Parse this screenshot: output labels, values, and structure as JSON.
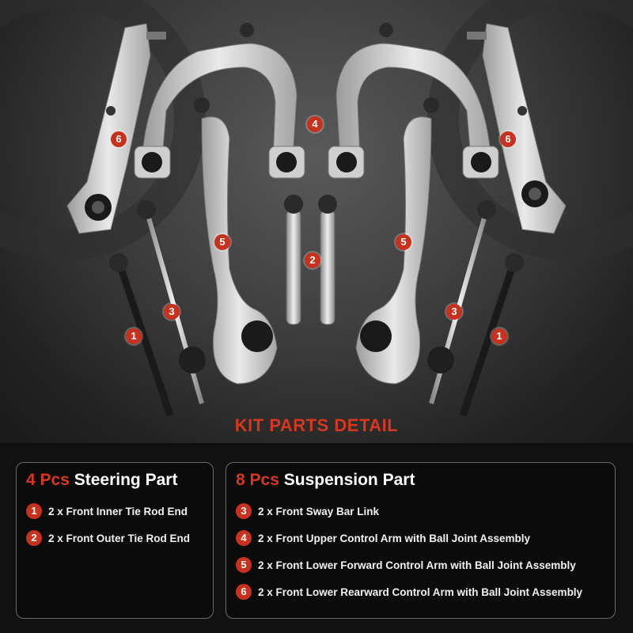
{
  "kit_title": "KIT PARTS DETAIL",
  "colors": {
    "accent": "#d8361f",
    "badge": "#c8311e",
    "panel_border": "#6a6a6a",
    "background": "#111111"
  },
  "photo_badges": [
    "6",
    "4",
    "6",
    "5",
    "2",
    "5",
    "3",
    "3",
    "1",
    "1"
  ],
  "steering": {
    "count": "4 Pcs",
    "label": "Steering Part",
    "items": [
      {
        "num": "1",
        "text": "2 x Front Inner Tie Rod End"
      },
      {
        "num": "2",
        "text": "2 x Front Outer Tie Rod End"
      }
    ]
  },
  "suspension": {
    "count": "8 Pcs",
    "label": "Suspension Part",
    "items": [
      {
        "num": "3",
        "text": "2 x Front Sway Bar Link"
      },
      {
        "num": "4",
        "text": "2 x Front Upper Control Arm with Ball Joint Assembly"
      },
      {
        "num": "5",
        "text": "2 x Front Lower Forward Control Arm with Ball Joint Assembly"
      },
      {
        "num": "6",
        "text": "2 x Front Lower Rearward Control Arm with Ball Joint Assembly"
      }
    ]
  }
}
